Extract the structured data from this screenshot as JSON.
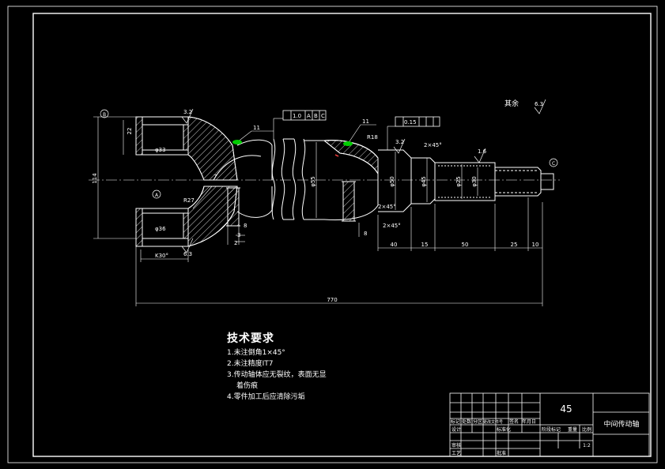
{
  "drawing": {
    "stroke_color": "#ffffff",
    "background": "#000000",
    "accent_green": "#00cc00",
    "accent_red": "#ff4040"
  },
  "roughness_other": "其余",
  "roughness_other_value": "6.3",
  "dimensions": {
    "overall_length": "770",
    "len_40": "40",
    "len_15": "15",
    "len_50": "50",
    "len_25": "25",
    "len_10": "10",
    "len_8a": "8",
    "len_8b": "8",
    "len_3": "3",
    "len_2": "2",
    "len_7": "7",
    "dia_114": "114",
    "dia_22": "22",
    "dia_33": "φ33",
    "dia_55": "φ55",
    "dia_50": "φ50",
    "dia_45": "φ45",
    "dia_25": "φ25",
    "dia_30": "φ30",
    "dia_36": "φ36",
    "dia_18": "R18",
    "r_27": "R27",
    "chamfer_a": "2×45°",
    "chamfer_b": "2×45°",
    "chamfer_c": "2×45°",
    "k30": "K30°",
    "tol_1": "1.0",
    "tol_2": "0.15",
    "datum_a": "A",
    "datum_b": "B",
    "datum_c": "C",
    "leader_11a": "11",
    "leader_11b": "11",
    "rough_32a": "3.2",
    "rough_32b": "3.2",
    "rough_16": "1.6",
    "rough_63a": "6.3",
    "rough_63b": "6.3",
    "circle_b": "B",
    "circle_a": "A",
    "circle_c": "C"
  },
  "notes": {
    "title": "技术要求",
    "items": [
      "1.未注倒角1×45°",
      "2.未注精度IT7",
      "3.传动轴体应无裂纹，表面无显",
      "着伤痕",
      "4.零件加工后应清除污垢"
    ]
  },
  "title_block": {
    "material": "45",
    "part_name": "中间传动轴",
    "scale": "1:2",
    "c_mark": "标记",
    "c_count": "处数",
    "c_zone": "分区",
    "c_docno": "更改文件号",
    "c_sign": "签名",
    "c_date": "年月日",
    "r_design": "设计",
    "r_std": "标准化",
    "r_stage": "阶段标记",
    "r_weight": "重量",
    "r_scale": "比例",
    "r_review": "审核",
    "r_process": "工艺",
    "r_approve": "批准"
  }
}
